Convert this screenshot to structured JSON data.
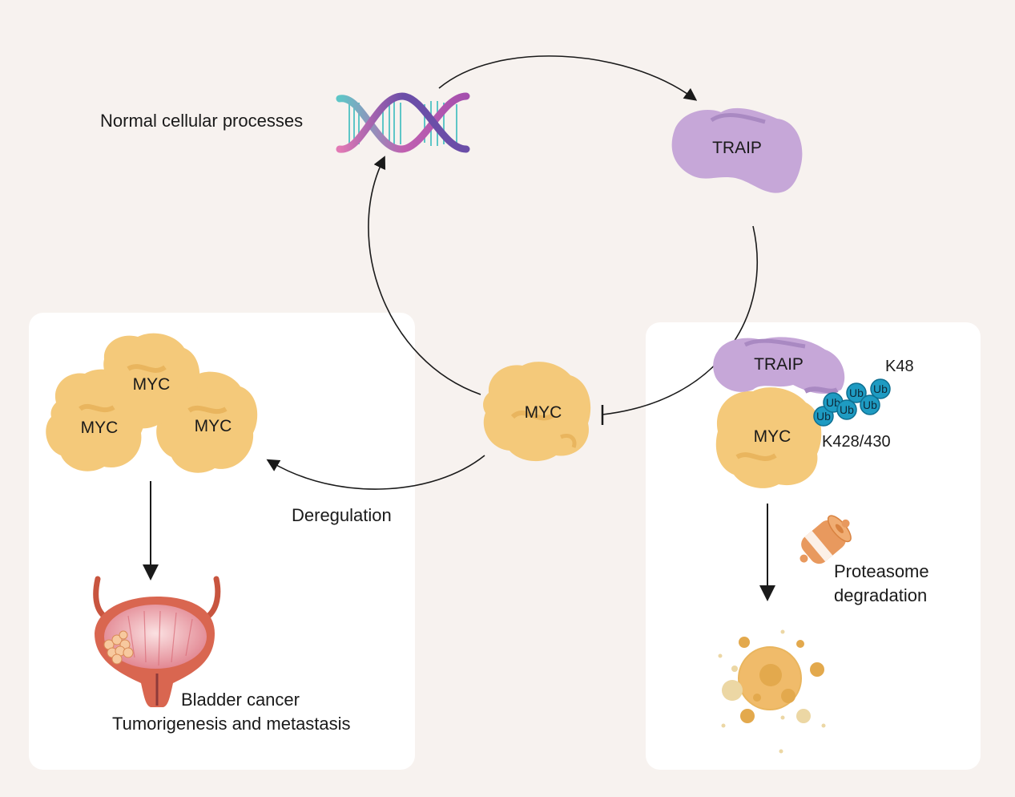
{
  "labels": {
    "normal_processes": "Normal cellular processes",
    "traip_top": "TRAIP",
    "myc_center": "MYC",
    "deregulation": "Deregulation",
    "myc_cluster": [
      "MYC",
      "MYC",
      "MYC"
    ],
    "bladder_line1": "Bladder cancer",
    "bladder_line2": "Tumorigenesis and metastasis",
    "traip_complex": "TRAIP",
    "myc_complex": "MYC",
    "k48": "K48",
    "k428": "K428/430",
    "ub": "Ub",
    "proteasome_line1": "Proteasome",
    "proteasome_line2": "degradation"
  },
  "colors": {
    "background": "#f7f2ef",
    "panel": "#ffffff",
    "myc": "#f4c97a",
    "myc_shade": "#e9b55e",
    "traip": "#c6a7d8",
    "traip_shade": "#a989c2",
    "ub": "#1e9bc2",
    "ub_border": "#0e6f91",
    "arrow": "#1a1a1a",
    "bladder": "#d96650",
    "bladder_inner": "#f3a6ac",
    "proteasome": "#e8995e",
    "debris": "#e9b55e",
    "debris_light": "#ecd7a4",
    "dna_pink": "#e27ab5",
    "dna_purple": "#6b4ea8",
    "dna_teal": "#5ec6c7"
  }
}
